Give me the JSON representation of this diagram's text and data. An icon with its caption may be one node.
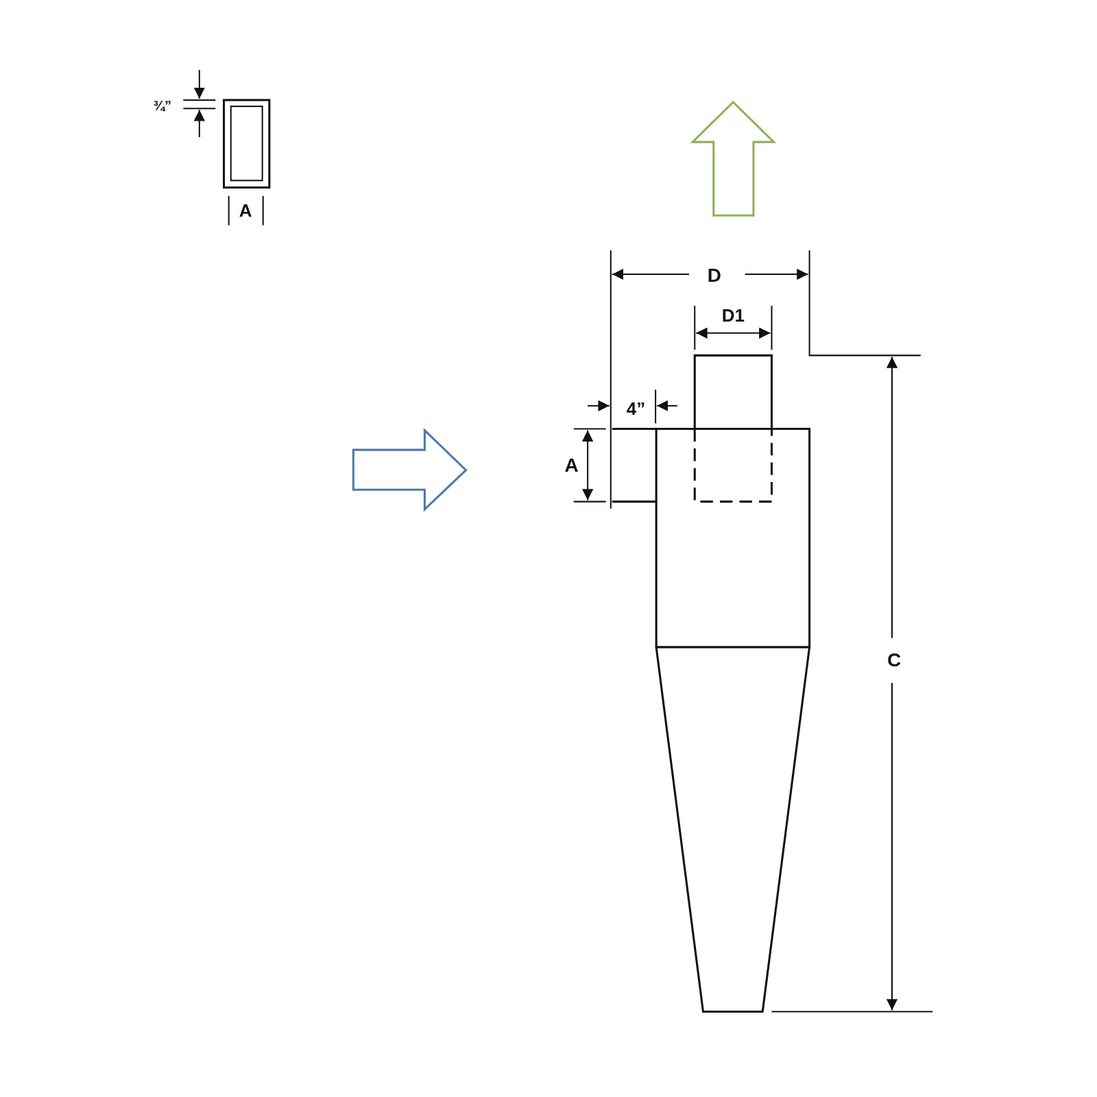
{
  "diagram": {
    "labels": [
      "¾”",
      "A",
      "D",
      "D1",
      "4”",
      "A",
      "C"
    ]
  }
}
